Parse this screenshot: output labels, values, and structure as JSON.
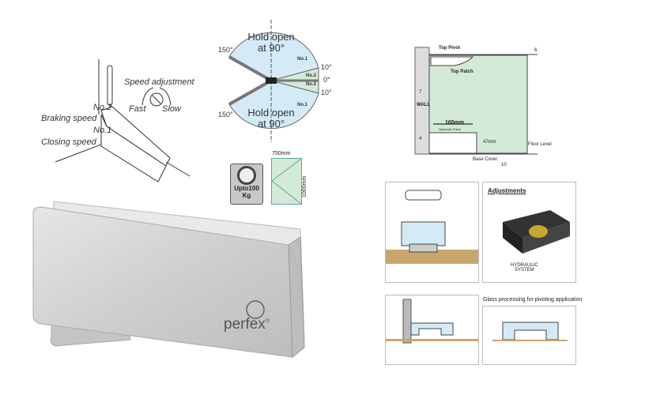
{
  "installation": {
    "speed_adjustment": "Speed adjustment",
    "fast": "Fast",
    "slow": "Slow",
    "no2": "No.2",
    "braking_speed": "Braking speed",
    "no1": "No.1",
    "closing_speed": "Closing speed"
  },
  "opening_angles": {
    "hold_open_upper_1": "Hold open",
    "hold_open_upper_2": "at 90°",
    "hold_open_lower_1": "Hold open",
    "hold_open_lower_2": "at 90°",
    "angle_max_upper": "150°",
    "angle_max_lower": "150°",
    "angle_10_upper": "10°",
    "angle_0": "0°",
    "angle_10_lower": "10°",
    "no1_upper": "No.1",
    "no1_lower": "No.1",
    "no2_upper": "No.2",
    "no2_lower": "No.2"
  },
  "capacity": {
    "weight_line1": "Upto100",
    "weight_line2": "Kg",
    "door_width": "750mm",
    "door_height": "1000mm"
  },
  "product": {
    "brand": "perfex",
    "brand_mark": "®"
  },
  "install_diagram": {
    "top_pivot": "Top Pivot",
    "top_patch": "Top Patch",
    "wall": "WALL",
    "dim_7": "7",
    "dim_4": "4",
    "dim_6": "6",
    "dim_165": "165mm",
    "hydraulic_patch": "Hydraulic Patch",
    "dim_47": "47mm",
    "floor_level": "Floor Level",
    "base_cover": "Base Cover",
    "dim_10": "10"
  },
  "panels": {
    "adjustments_title": "Adjustments",
    "hydraulic_system_1": "HYDRAULIC",
    "hydraulic_system_2": "SYSTEM",
    "glass_processing_title": "Glass processing for pivoting application"
  },
  "colors": {
    "light_blue": "#d4ebf7",
    "light_green": "#d3ead8",
    "wood": "#c9a66b"
  }
}
